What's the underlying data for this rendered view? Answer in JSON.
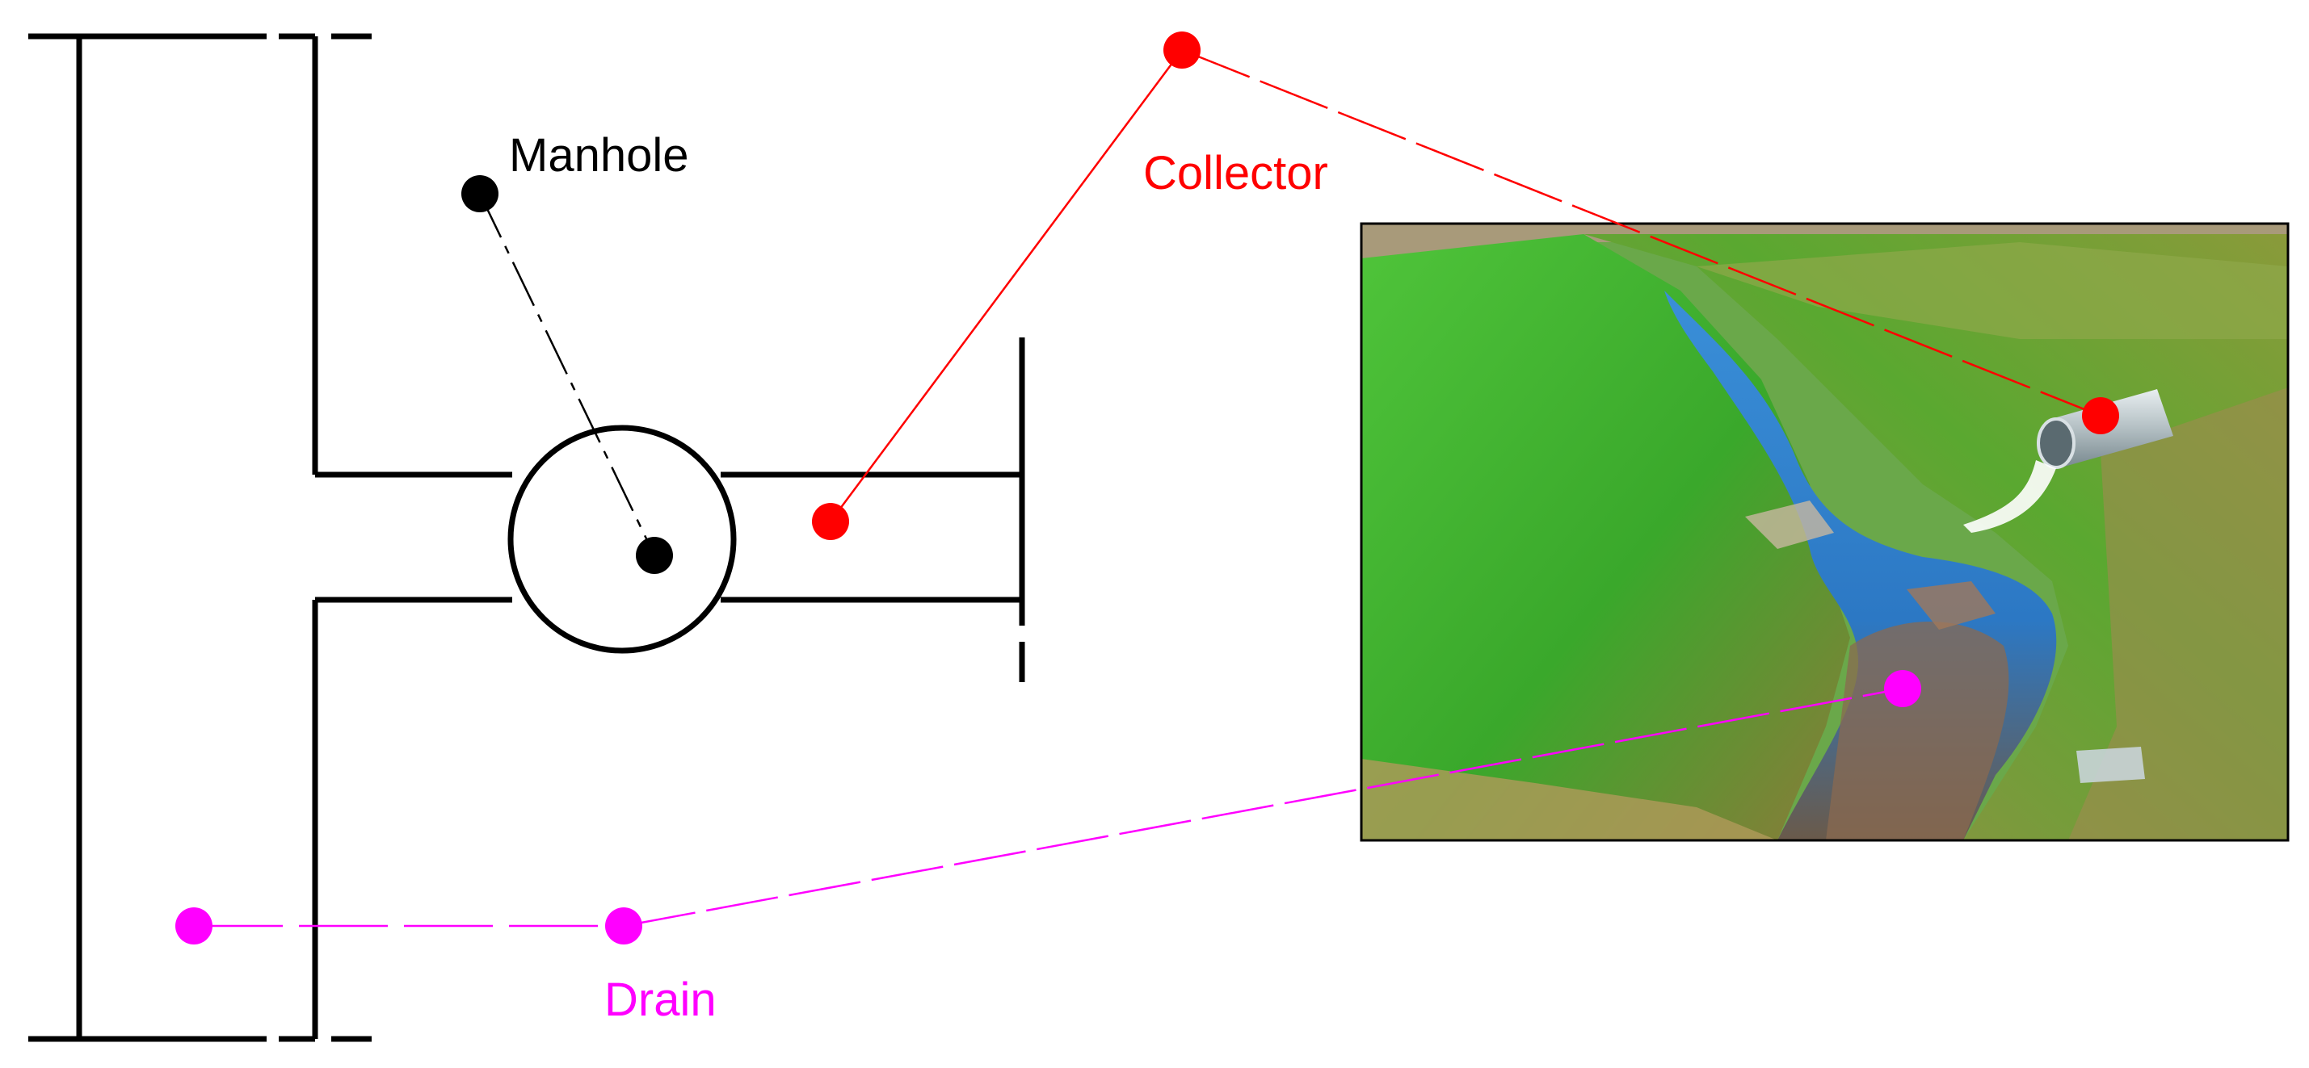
{
  "labels": {
    "manhole": "Manhole",
    "collector": "Collector",
    "drain": "Drain"
  },
  "photo": {
    "subject": "field drainage ditch with grassy banks, stream water and a corrugated collector outlet pipe"
  },
  "colors": {
    "structure": "#000000",
    "manhole": "#000000",
    "collector": "#ff0000",
    "drain": "#ff00ff",
    "background": "#ffffff"
  }
}
